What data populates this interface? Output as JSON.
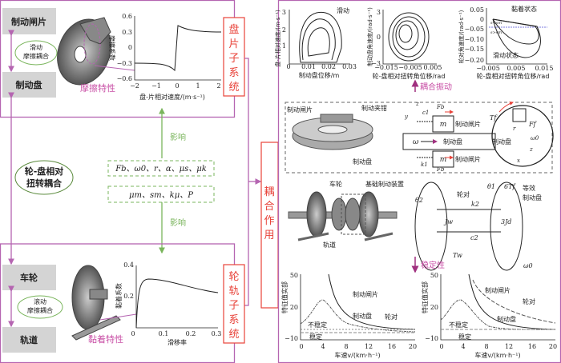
{
  "disc_pad": {
    "pad_label": "制动闸片",
    "disc_label": "制动盘",
    "coupling": [
      "滑动",
      "摩擦耦合"
    ],
    "feature_label": "摩擦特性",
    "subsystem": [
      "盘",
      "片",
      "子",
      "系",
      "统"
    ],
    "chart": {
      "ylabel": "摩擦系数",
      "xlabel": "盘-片相对速度/(m·s⁻¹)",
      "yticks": [
        "0.6",
        "0.3",
        "0",
        "−0.3",
        "−0.6"
      ],
      "xticks": [
        "−2",
        "−1",
        "0",
        "1",
        "2"
      ]
    }
  },
  "middle": {
    "coupling": [
      "轮-盘相对",
      "扭转耦合"
    ],
    "params1": "Fb、ω0、r、α、μs、μk",
    "params2": "μm、sm、kμ、P",
    "influence": "影响"
  },
  "wheel_rail": {
    "wheel_label": "车轮",
    "rail_label": "轨道",
    "coupling": [
      "滚动",
      "摩擦耦合"
    ],
    "feature_label": "黏着特性",
    "subsystem": [
      "轮",
      "轨",
      "子",
      "系",
      "统"
    ],
    "chart": {
      "ylabel": "黏着系数",
      "xlabel": "滑移率",
      "yticks": [
        "0.4",
        "0.2",
        "0"
      ],
      "xticks": [
        "0.1",
        "0.2",
        "0.3"
      ]
    }
  },
  "coupling_box": [
    "耦",
    "合",
    "作",
    "用"
  ],
  "plots": [
    {
      "ylabel": "盘-片相对速度/(m·s⁻¹)",
      "xlabel": "制动盘位移/m",
      "yticks": [
        "3",
        "2",
        "1",
        "0"
      ],
      "xticks": [
        "0.01",
        "0.02",
        "0.03"
      ],
      "note": "滑动"
    },
    {
      "ylabel": "制动盘角速度/(rad·s⁻¹)",
      "xlabel": "轮-盘相对扭转角位移/rad",
      "yticks": [
        "3",
        "0",
        "−3"
      ],
      "xticks": [
        "−0.015",
        "−0.005",
        "0.005"
      ]
    },
    {
      "ylabel": "轮对角速度/(rad·s⁻¹)",
      "xlabel": "轮-盘相对扭转角位移/rad",
      "yticks": [
        "0.05",
        "0",
        "−0.05",
        "−0.10",
        "−0.15",
        "−0.20"
      ],
      "xticks": [
        "−0.005",
        "0.005",
        "0.015"
      ],
      "note1": "黏着状态",
      "note2": "滑动状态",
      "s1": "s<sm",
      "s2": "s>sm"
    }
  ],
  "coupled_vibration": "耦合振动",
  "model": {
    "pad": "制动闸片",
    "caliper": "制动夹钳",
    "disc": "制动盘",
    "m": "m",
    "omega": "ω",
    "Fb": "Fb",
    "c1": "c1",
    "k1": "k1",
    "z": "z",
    "y": "y",
    "x": "x",
    "Tf": "Tf",
    "Ff": "Ff",
    "r": "r",
    "omega0": "ω0"
  },
  "bogie": {
    "wheel": "车轮",
    "brake": "基础制动装置",
    "rail": "轨道",
    "wheelset": "轮对",
    "equiv": [
      "等效",
      "制动盘"
    ],
    "theta2": "θ2",
    "theta1": "θ1",
    "sixTf": "6Tf",
    "k2": "k2",
    "c2": "c2",
    "Jw": "Jw",
    "Jd": "3Jd",
    "Tw": "Tw",
    "omega0": "ω0"
  },
  "stability": "稳定性",
  "stab_charts": [
    {
      "ylabel": "特征值实部",
      "xlabel": "车速v/(km·h⁻¹)",
      "yticks": [
        "50",
        "20",
        "−10"
      ],
      "xticks": [
        "0",
        "4",
        "8",
        "12",
        "16",
        "20"
      ],
      "labels": {
        "pad": "制动闸片",
        "disc": "制动盘",
        "wheelset": "轮对",
        "unstable": "不稳定",
        "stable": "稳定"
      }
    },
    {
      "ylabel": "特征值实部",
      "xlabel": "车速v/(km·h⁻¹)",
      "yticks": [
        "50",
        "20",
        "−10"
      ],
      "xticks": [
        "0",
        "4",
        "8",
        "12",
        "16",
        "20"
      ],
      "labels": {
        "pad": "制动闸片",
        "disc": "制动盘",
        "wheelset": "轮对",
        "unstable": "不稳定",
        "stable": "稳定"
      }
    }
  ],
  "colors": {
    "pink": "#b565b1",
    "red": "#e8433a",
    "green": "#7ab55c",
    "magenta": "#c84ea5"
  }
}
